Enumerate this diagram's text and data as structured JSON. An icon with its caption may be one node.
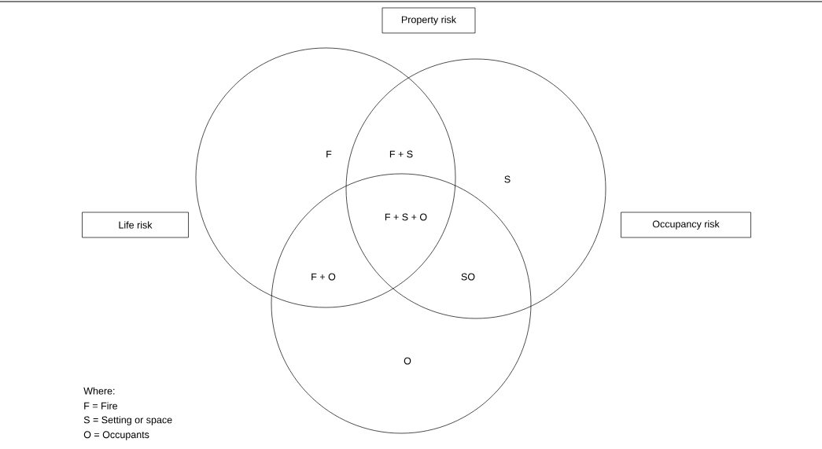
{
  "diagram": {
    "nodes": [
      {
        "text": [
          "Property risk"
        ]
      },
      {
        "text": [
          "Life risk"
        ]
      },
      {
        "text": [
          "Occupancy risk"
        ]
      },
      {
        "text": [],
        "shape": "circle"
      },
      {
        "text": [],
        "shape": "circle"
      },
      {
        "text": [],
        "shape": "circle"
      }
    ],
    "labels": [
      "F",
      "F + S",
      "S",
      "F + S + O",
      "F + O",
      "SO",
      "O",
      "Where:",
      "F = Fire",
      "S = Setting or space",
      "O = Occupants"
    ]
  }
}
